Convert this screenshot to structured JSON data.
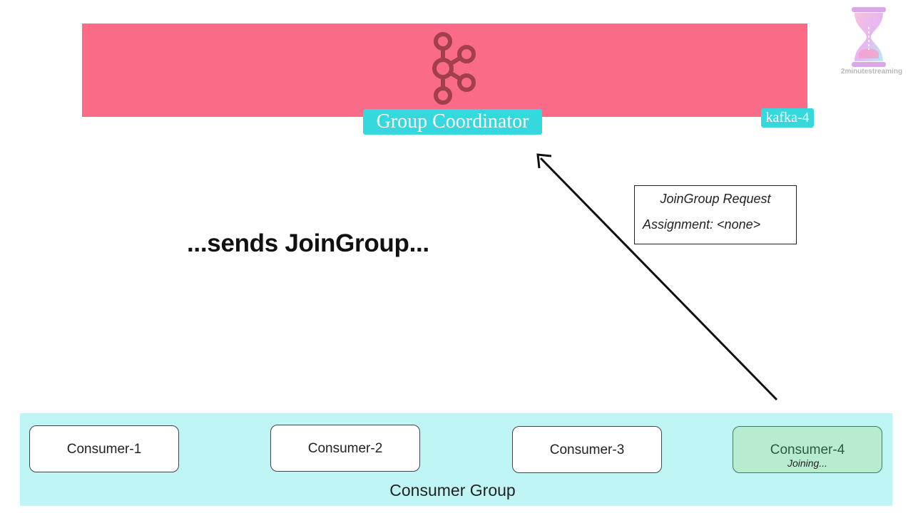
{
  "coordinator": {
    "label": "Group Coordinator",
    "broker": "kafka-4",
    "icon": "kafka-logo-icon"
  },
  "brand": {
    "name": "2minutestreaming",
    "icon": "hourglass-logo-icon"
  },
  "caption": "...sends JoinGroup...",
  "request": {
    "title": "JoinGroup Request",
    "assignment": "Assignment: <none>"
  },
  "consumer_group": {
    "label": "Consumer Group",
    "consumers": [
      {
        "name": "Consumer-1",
        "status": ""
      },
      {
        "name": "Consumer-2",
        "status": ""
      },
      {
        "name": "Consumer-3",
        "status": ""
      },
      {
        "name": "Consumer-4",
        "status": "Joining..."
      }
    ]
  },
  "colors": {
    "broker_band": "#f96b86",
    "label_highlight": "#35d8dc",
    "group_panel": "#bff5f4",
    "joining_consumer": "#b8ecd0"
  }
}
